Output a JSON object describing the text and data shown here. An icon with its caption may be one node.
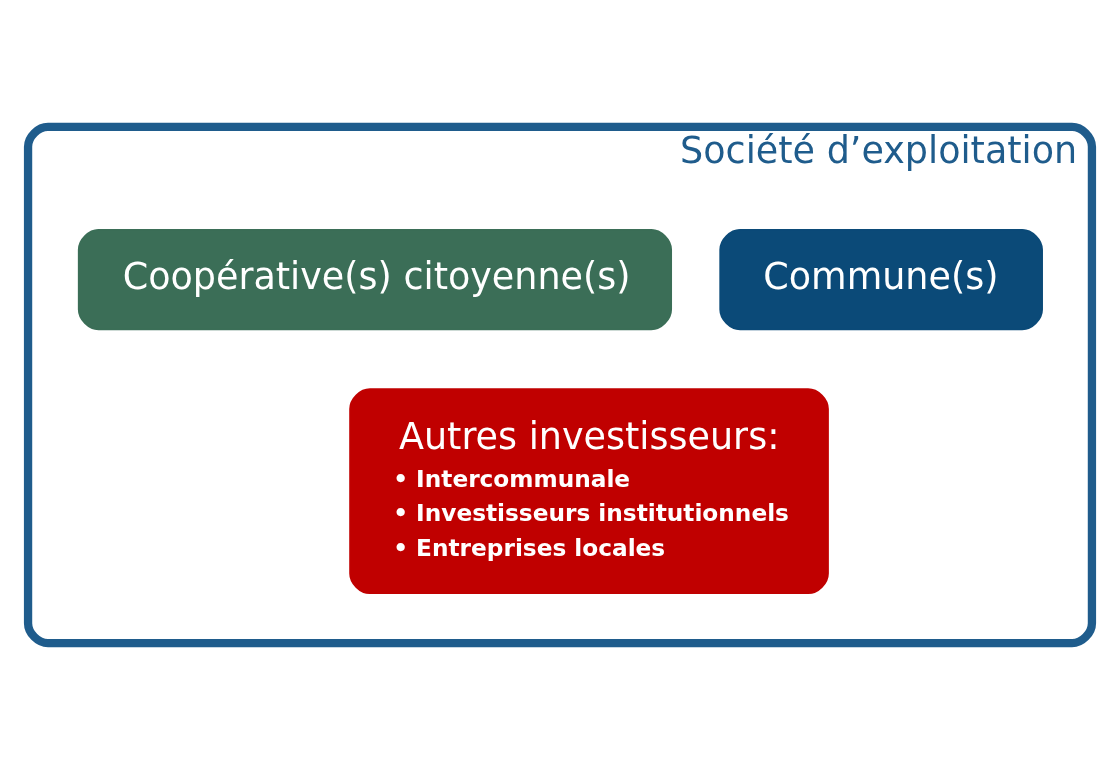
{
  "diagram": {
    "nodes": [
      {
        "text": [
          "Société d’exploitation"
        ]
      },
      {
        "text": [
          "Coopérative(s) citoyenne(s)"
        ],
        "in": 0
      },
      {
        "text": [
          "Commune(s)"
        ],
        "in": 0
      },
      {
        "text": [
          "Autres investisseurs:",
          "• Intercommunale",
          "• Investisseurs institutionnels",
          "• Entreprises locales"
        ],
        "in": 0
      }
    ],
    "edges": []
  }
}
